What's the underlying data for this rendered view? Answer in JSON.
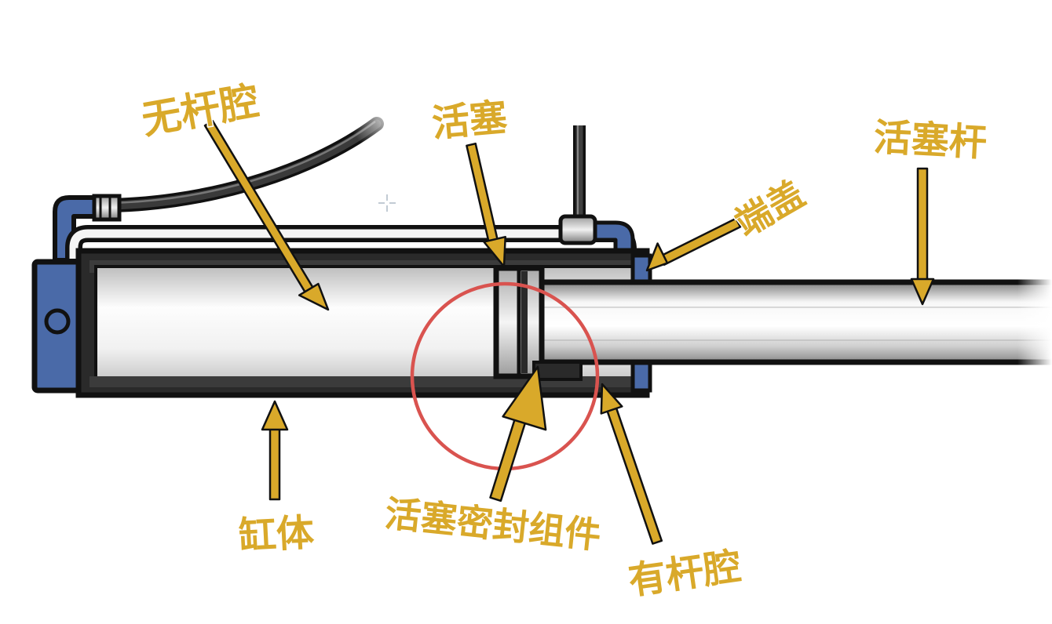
{
  "labels": {
    "rodless_chamber": "无杆腔",
    "piston": "活塞",
    "piston_rod": "活塞杆",
    "end_cap": "端盖",
    "cylinder_body": "缸体",
    "piston_seal": "活塞密封组件",
    "rod_chamber": "有杆腔"
  },
  "colors": {
    "label": "#d9a92a",
    "arrow": "#d9a92a",
    "outline": "#111111",
    "port_blue": "#4a6aa8",
    "highlight_circle": "#d9534f"
  }
}
